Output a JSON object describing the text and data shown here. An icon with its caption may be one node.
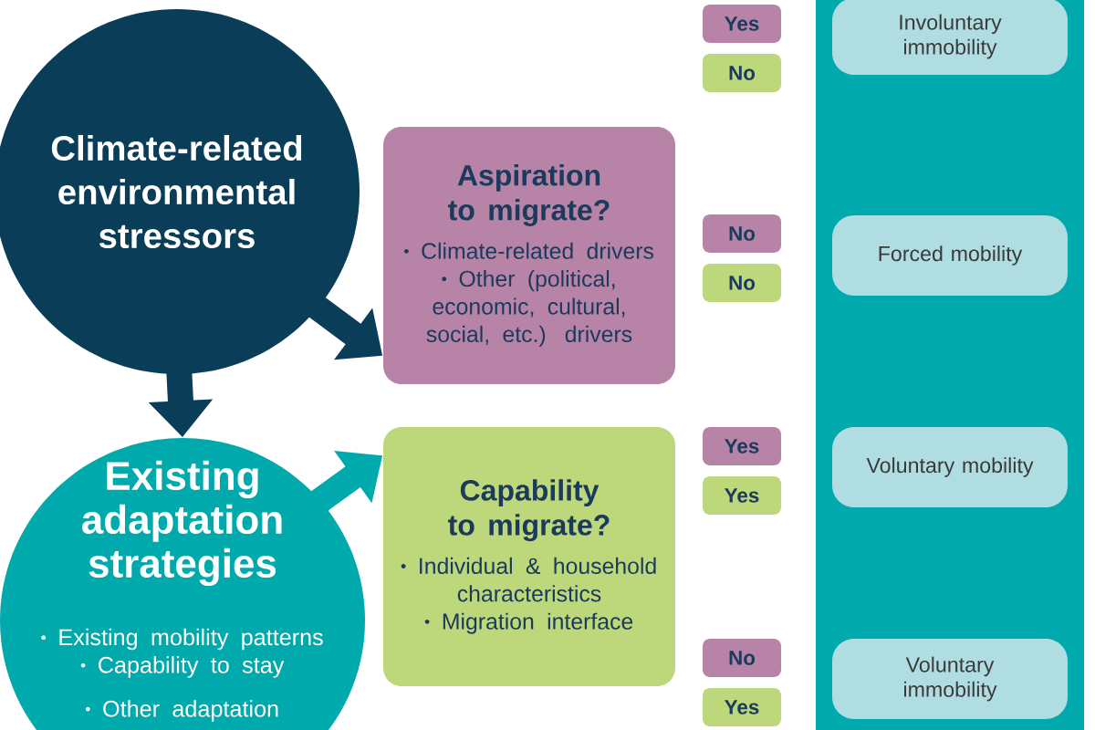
{
  "diagram": {
    "nodes": [
      {
        "text": [
          "Climate-related environmental stressors"
        ]
      },
      {
        "text": [
          "Existing adaptation strategies",
          "Existing mobility patterns",
          "Capability to stay",
          "Other adaptation"
        ]
      },
      {
        "text": [
          "Aspiration to migrate?",
          "Climate-related drivers",
          "Other (political, economic, cultural, social, etc.) drivers"
        ]
      },
      {
        "text": [
          "Capability to migrate?",
          "Individual & household characteristics",
          "Migration interface"
        ]
      },
      {
        "text": [
          "Yes"
        ]
      },
      {
        "text": [
          "No"
        ]
      },
      {
        "text": [
          "No"
        ]
      },
      {
        "text": [
          "No"
        ]
      },
      {
        "text": [
          "Yes"
        ]
      },
      {
        "text": [
          "Yes"
        ]
      },
      {
        "text": [
          "No"
        ]
      },
      {
        "text": [
          "Yes"
        ]
      },
      {
        "text": [],
        "shape": "box"
      },
      {
        "text": [
          "Involuntary immobility"
        ],
        "in": 12
      },
      {
        "text": [
          "Forced mobility"
        ],
        "in": 12
      },
      {
        "text": [
          "Voluntary mobility"
        ],
        "in": 12
      },
      {
        "text": [
          "Voluntary immobility"
        ],
        "in": 12
      }
    ],
    "edges": [
      {
        "from": 0,
        "to": 2,
        "arrow": "to"
      },
      {
        "from": 0,
        "to": 1,
        "arrow": "to"
      },
      {
        "from": 1,
        "to": 3,
        "arrow": "to",
        "color": "#00a9ac"
      }
    ]
  }
}
